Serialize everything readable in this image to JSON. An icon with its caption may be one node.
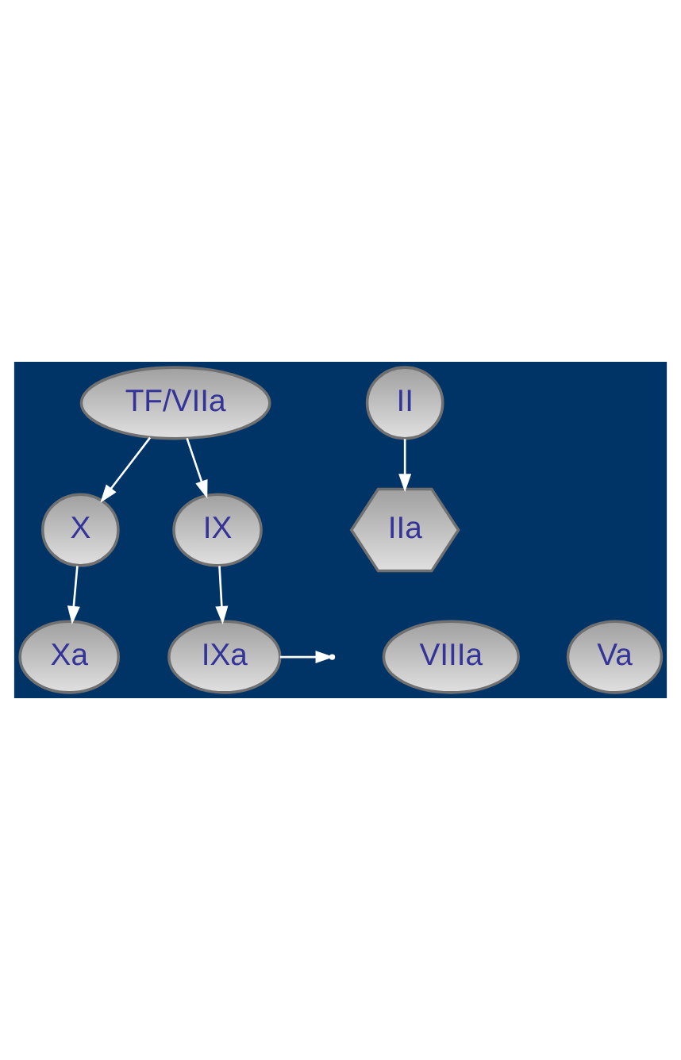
{
  "diagram": {
    "nodes": [
      {
        "text": [
          "TF/VIIa"
        ]
      },
      {
        "text": [
          "X"
        ]
      },
      {
        "text": [
          "IX"
        ]
      },
      {
        "text": [
          "IXa"
        ]
      },
      {
        "text": [
          "VIIIa"
        ]
      },
      {
        "text": [
          "Xa"
        ]
      },
      {
        "text": [
          "Va"
        ]
      },
      {
        "text": [
          "II"
        ]
      },
      {
        "text": [
          "IIa"
        ]
      }
    ],
    "edges": [
      {
        "from": 0,
        "to": 1,
        "arrow": "to"
      },
      {
        "from": 0,
        "to": 2,
        "arrow": "to"
      },
      {
        "from": 2,
        "to": 3,
        "arrow": "to"
      },
      {
        "from": 1,
        "to": 5,
        "arrow": "to"
      },
      {
        "from": 3,
        "to": null,
        "arrow": "to"
      },
      {
        "from": 7,
        "to": 8,
        "arrow": "to"
      }
    ]
  }
}
